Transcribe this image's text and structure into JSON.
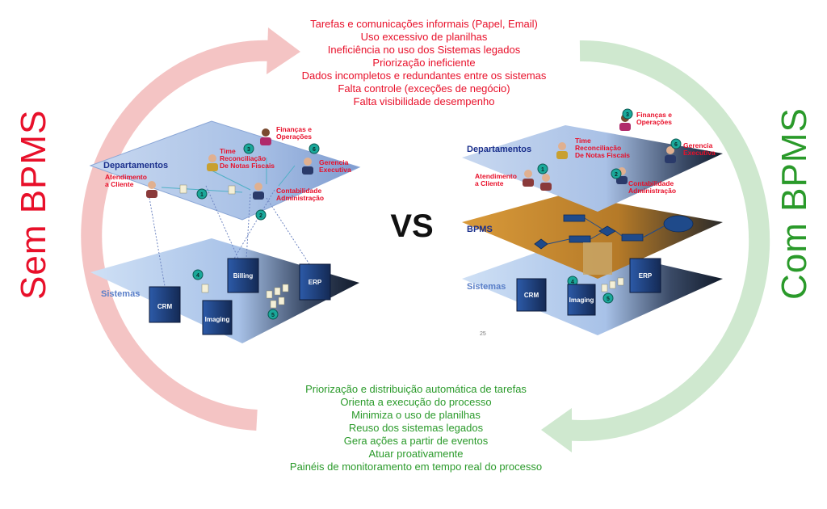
{
  "top_list": [
    "Tarefas e comunicações informais (Papel, Email)",
    "Uso excessivo de planilhas",
    "Ineficiência no uso dos Sistemas legados",
    "Priorização ineficiente",
    "Dados incompletos e redundantes entre os sistemas",
    "Falta controle (exceções de negócio)",
    "Falta visibilidade desempenho"
  ],
  "bottom_list": [
    "Priorização e distribuição automática de tarefas",
    "Orienta a execução do processo",
    "Minimiza o uso de planilhas",
    "Reuso dos sistemas legados",
    "Gera ações a partir de eventos",
    "Atuar proativamente",
    "Painéis de monitoramento em tempo real do processo"
  ],
  "left_side_label": "Sem BPMS",
  "right_side_label": "Com BPMS",
  "vs_label": "VS",
  "left_diagram": {
    "departments_label": "Departamentos",
    "systems_label": "Sistemas",
    "roles": {
      "atendimento": [
        "Atendimento",
        "a Cliente"
      ],
      "time": [
        "Time",
        "Reconciliação",
        "De Notas Fiscais"
      ],
      "financas": [
        "Finanças e",
        "Operações"
      ],
      "gerencia": [
        "Gerencia",
        "Executiva"
      ],
      "contabilidade": [
        "Contabilidade",
        "Administração"
      ]
    },
    "servers": [
      "CRM",
      "Imaging",
      "Billing",
      "ERP"
    ],
    "badges": [
      "1",
      "2",
      "3",
      "4",
      "5",
      "6"
    ]
  },
  "right_diagram": {
    "departments_label": "Departamentos",
    "bpms_label": "BPMS",
    "systems_label": "Sistemas",
    "roles": {
      "atendimento": [
        "Atendimento",
        "a Cliente"
      ],
      "time": [
        "Time",
        "Reconciliação",
        "De Notas Fiscais"
      ],
      "financas": [
        "Finanças e",
        "Operações"
      ],
      "gerencia": [
        "Gerencia",
        "Executiva"
      ],
      "contabilidade": [
        "Contabilidade",
        "Administração"
      ]
    },
    "servers": [
      "CRM",
      "Imaging",
      "ERP"
    ],
    "badges": [
      "1",
      "2",
      "3",
      "4",
      "5",
      "6"
    ],
    "page_number": "25"
  },
  "colors": {
    "problems_text": "#e8102a",
    "benefits_text": "#2a9a2a",
    "left_arrow": "#f4c4c4",
    "right_arrow": "#cfe8cf",
    "department_label": "#1a2f8c",
    "server": "#1f3f7a",
    "bpms_layer": "#c98a2c"
  }
}
